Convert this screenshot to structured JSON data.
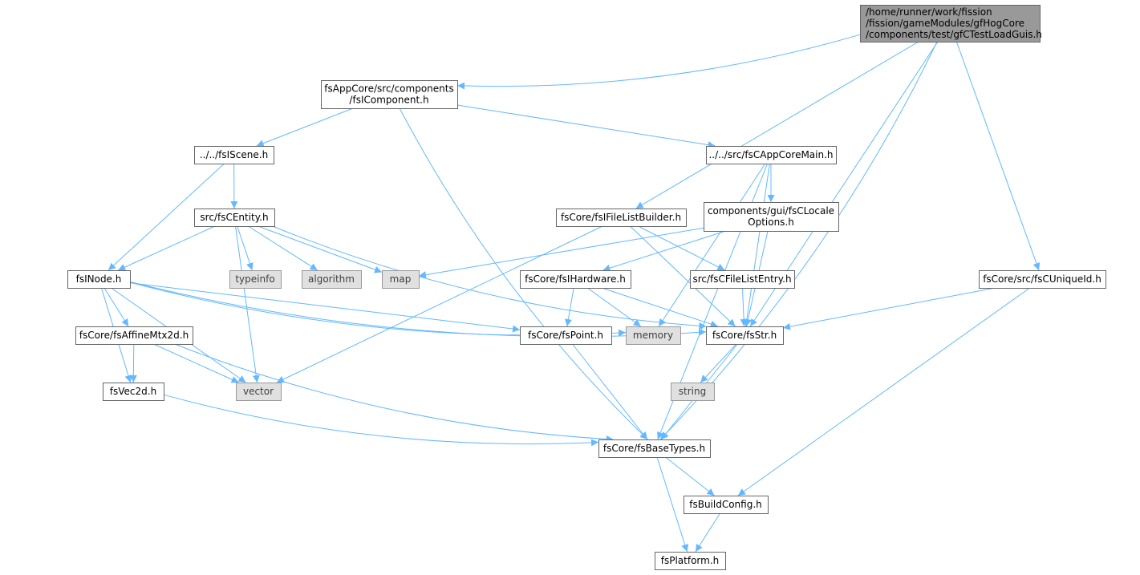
{
  "colors": {
    "root_fill": "#999999",
    "node_fill": "#ffffff",
    "node_stroke": "#666666",
    "system_fill": "#e0e0e0",
    "system_stroke": "#999999",
    "system_text": "#404040",
    "edge": "#63b8ff",
    "text": "#000000"
  },
  "nodes": [
    {
      "id": "root",
      "kind": "root",
      "lines": [
        "/home/runner/work/fission",
        "/fission/gameModules/gfHogCore",
        "/components/test/gfCTestLoadGuis.h"
      ]
    },
    {
      "id": "icomponent",
      "kind": "file",
      "lines": [
        "fsAppCore/src/components",
        "/fsIComponent.h"
      ]
    },
    {
      "id": "iscene",
      "kind": "file",
      "lines": [
        "../../fsIScene.h"
      ]
    },
    {
      "id": "appcoremain",
      "kind": "file",
      "lines": [
        "../../src/fsCAppCoreMain.h"
      ]
    },
    {
      "id": "centity",
      "kind": "file",
      "lines": [
        "src/fsCEntity.h"
      ]
    },
    {
      "id": "filelistbuilder",
      "kind": "file",
      "lines": [
        "fsCore/fsIFileListBuilder.h"
      ]
    },
    {
      "id": "localeoptions",
      "kind": "file",
      "lines": [
        "components/gui/fsCLocale",
        "Options.h"
      ]
    },
    {
      "id": "inode",
      "kind": "file",
      "lines": [
        "fsINode.h"
      ]
    },
    {
      "id": "typeinfo",
      "kind": "system",
      "lines": [
        "typeinfo"
      ]
    },
    {
      "id": "algorithm",
      "kind": "system",
      "lines": [
        "algorithm"
      ]
    },
    {
      "id": "map",
      "kind": "system",
      "lines": [
        "map"
      ]
    },
    {
      "id": "ihardware",
      "kind": "file",
      "lines": [
        "fsCore/fsIHardware.h"
      ]
    },
    {
      "id": "filelistentry",
      "kind": "file",
      "lines": [
        "src/fsCFileListEntry.h"
      ]
    },
    {
      "id": "uniqueid",
      "kind": "file",
      "lines": [
        "fsCore/src/fsCUniqueId.h"
      ]
    },
    {
      "id": "affinemtx",
      "kind": "file",
      "lines": [
        "fsCore/fsAffineMtx2d.h"
      ]
    },
    {
      "id": "point",
      "kind": "file",
      "lines": [
        "fsCore/fsPoint.h"
      ]
    },
    {
      "id": "memory",
      "kind": "system",
      "lines": [
        "memory"
      ]
    },
    {
      "id": "str",
      "kind": "file",
      "lines": [
        "fsCore/fsStr.h"
      ]
    },
    {
      "id": "vec2d",
      "kind": "file",
      "lines": [
        "fsVec2d.h"
      ]
    },
    {
      "id": "vector",
      "kind": "system",
      "lines": [
        "vector"
      ]
    },
    {
      "id": "string",
      "kind": "system",
      "lines": [
        "string"
      ]
    },
    {
      "id": "basetypes",
      "kind": "file",
      "lines": [
        "fsCore/fsBaseTypes.h"
      ]
    },
    {
      "id": "buildconfig",
      "kind": "file",
      "lines": [
        "fsBuildConfig.h"
      ]
    },
    {
      "id": "platform",
      "kind": "file",
      "lines": [
        "fsPlatform.h"
      ]
    }
  ],
  "edges": [
    [
      "root",
      "icomponent"
    ],
    [
      "root",
      "filelistbuilder"
    ],
    [
      "root",
      "str"
    ],
    [
      "root",
      "uniqueid"
    ],
    [
      "root",
      "basetypes"
    ],
    [
      "icomponent",
      "iscene"
    ],
    [
      "icomponent",
      "appcoremain"
    ],
    [
      "icomponent",
      "basetypes"
    ],
    [
      "iscene",
      "centity"
    ],
    [
      "iscene",
      "inode"
    ],
    [
      "centity",
      "inode"
    ],
    [
      "centity",
      "typeinfo"
    ],
    [
      "centity",
      "algorithm"
    ],
    [
      "centity",
      "map"
    ],
    [
      "centity",
      "vector"
    ],
    [
      "centity",
      "str"
    ],
    [
      "appcoremain",
      "localeoptions"
    ],
    [
      "appcoremain",
      "memory"
    ],
    [
      "appcoremain",
      "str"
    ],
    [
      "appcoremain",
      "basetypes"
    ],
    [
      "filelistbuilder",
      "filelistentry"
    ],
    [
      "filelistbuilder",
      "str"
    ],
    [
      "filelistbuilder",
      "vector"
    ],
    [
      "localeoptions",
      "map"
    ],
    [
      "localeoptions",
      "ihardware"
    ],
    [
      "localeoptions",
      "str"
    ],
    [
      "inode",
      "affinemtx"
    ],
    [
      "inode",
      "vec2d"
    ],
    [
      "inode",
      "vector"
    ],
    [
      "inode",
      "point"
    ],
    [
      "inode",
      "memory"
    ],
    [
      "inode",
      "str"
    ],
    [
      "ihardware",
      "point"
    ],
    [
      "ihardware",
      "memory"
    ],
    [
      "ihardware",
      "str"
    ],
    [
      "filelistentry",
      "str"
    ],
    [
      "uniqueid",
      "str"
    ],
    [
      "uniqueid",
      "buildconfig"
    ],
    [
      "affinemtx",
      "vec2d"
    ],
    [
      "affinemtx",
      "vector"
    ],
    [
      "affinemtx",
      "basetypes"
    ],
    [
      "vec2d",
      "basetypes"
    ],
    [
      "point",
      "basetypes"
    ],
    [
      "str",
      "string"
    ],
    [
      "str",
      "basetypes"
    ],
    [
      "basetypes",
      "buildconfig"
    ],
    [
      "basetypes",
      "platform"
    ],
    [
      "buildconfig",
      "platform"
    ]
  ]
}
